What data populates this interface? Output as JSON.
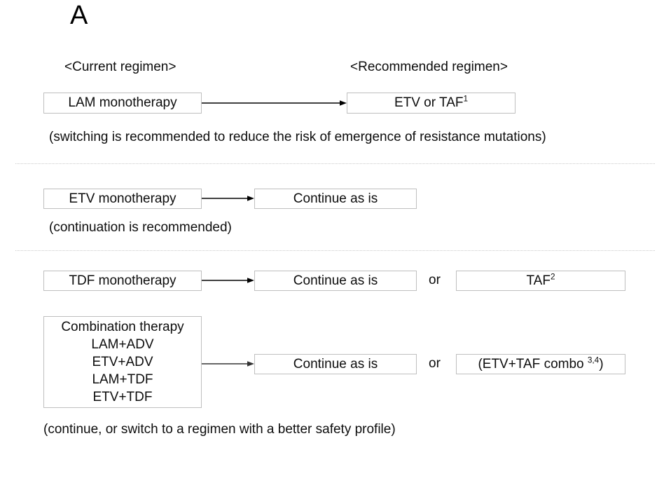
{
  "figure": {
    "panel_letter": "A",
    "headings": {
      "current": "<Current regimen>",
      "recommended": "<Recommended regimen>"
    }
  },
  "rows": [
    {
      "id": "lam",
      "current_box": "LAM monotherapy",
      "arrow": "right-arrow",
      "recommended_box_text": "ETV  or TAF",
      "recommended_box_sup": "1",
      "note": "(switching is recommended to reduce the risk of emergence of resistance mutations)"
    },
    {
      "id": "etv",
      "current_box": "ETV monotherapy",
      "arrow": "right-arrow",
      "recommended_box_text": "Continue as is",
      "recommended_box_sup": "",
      "note": "(continuation is recommended)"
    },
    {
      "id": "tdf",
      "current_box": "TDF monotherapy",
      "arrow": "right-arrow",
      "recommended_box_text": "Continue as is",
      "recommended_box_sup": "",
      "or_label": "or",
      "alternative_box_text": "TAF",
      "alternative_box_sup": "2"
    },
    {
      "id": "combo",
      "current_box_title": "Combination therapy",
      "current_box_items": [
        "LAM+ADV",
        "ETV+ADV",
        "LAM+TDF",
        "ETV+TDF"
      ],
      "arrow": "right-arrow",
      "recommended_box_text": "Continue as is",
      "or_label": "or",
      "alternative_box_prefix": "(ETV+TAF combo ",
      "alternative_box_sup": "3,4",
      "alternative_box_suffix": ")",
      "note": "(continue, or switch to a regimen with a better safety profile)"
    }
  ],
  "style": {
    "box_border_color": "#bfbfbf",
    "text_color": "#0d0d0d",
    "divider_color": "#c9c9c9",
    "background": "#ffffff"
  }
}
